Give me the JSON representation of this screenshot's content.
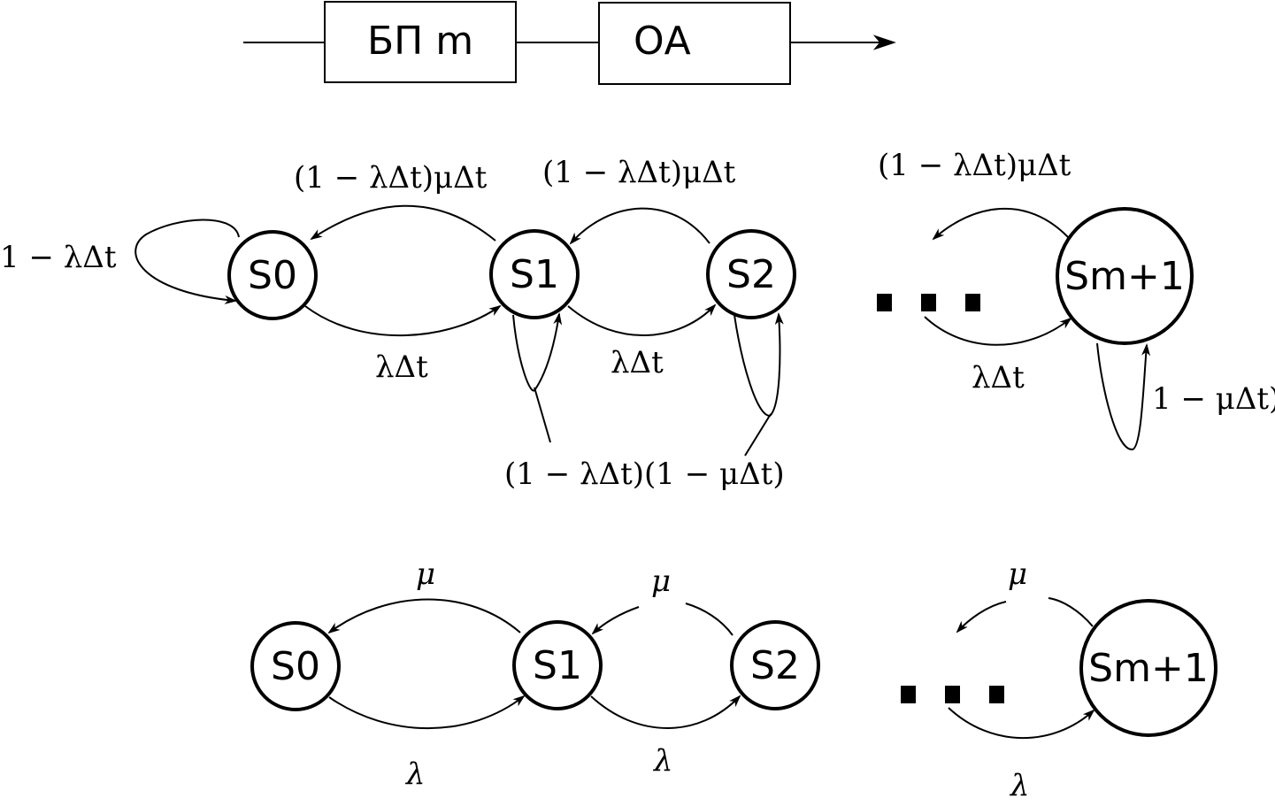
{
  "block_diagram": {
    "buffer_label": "БП m",
    "server_label": "ОА"
  },
  "graph_discrete": {
    "nodes": [
      "S0",
      "S1",
      "S2",
      "Sm+1"
    ],
    "labels": {
      "s0_self_loop": "1 − λΔt",
      "s1_to_s0": "(1 − λΔt)μΔt",
      "s2_to_s1": "(1 − λΔt)μΔt",
      "sm1_back": "(1 − λΔt)μΔt",
      "s0_to_s1": "λΔt",
      "s1_to_s2": "λΔt",
      "into_sm1": "λΔt",
      "middle_self_loops": "(1 − λΔt)(1 − μΔt)",
      "sm1_self_loop": "1 − μΔt)"
    }
  },
  "graph_continuous": {
    "nodes": [
      "S0",
      "S1",
      "S2",
      "Sm+1"
    ],
    "labels": {
      "s1_to_s0": "μ",
      "s2_to_s1": "μ",
      "sm1_back": "μ",
      "s0_to_s1": "λ",
      "s1_to_s2": "λ",
      "into_sm1": "λ"
    }
  }
}
